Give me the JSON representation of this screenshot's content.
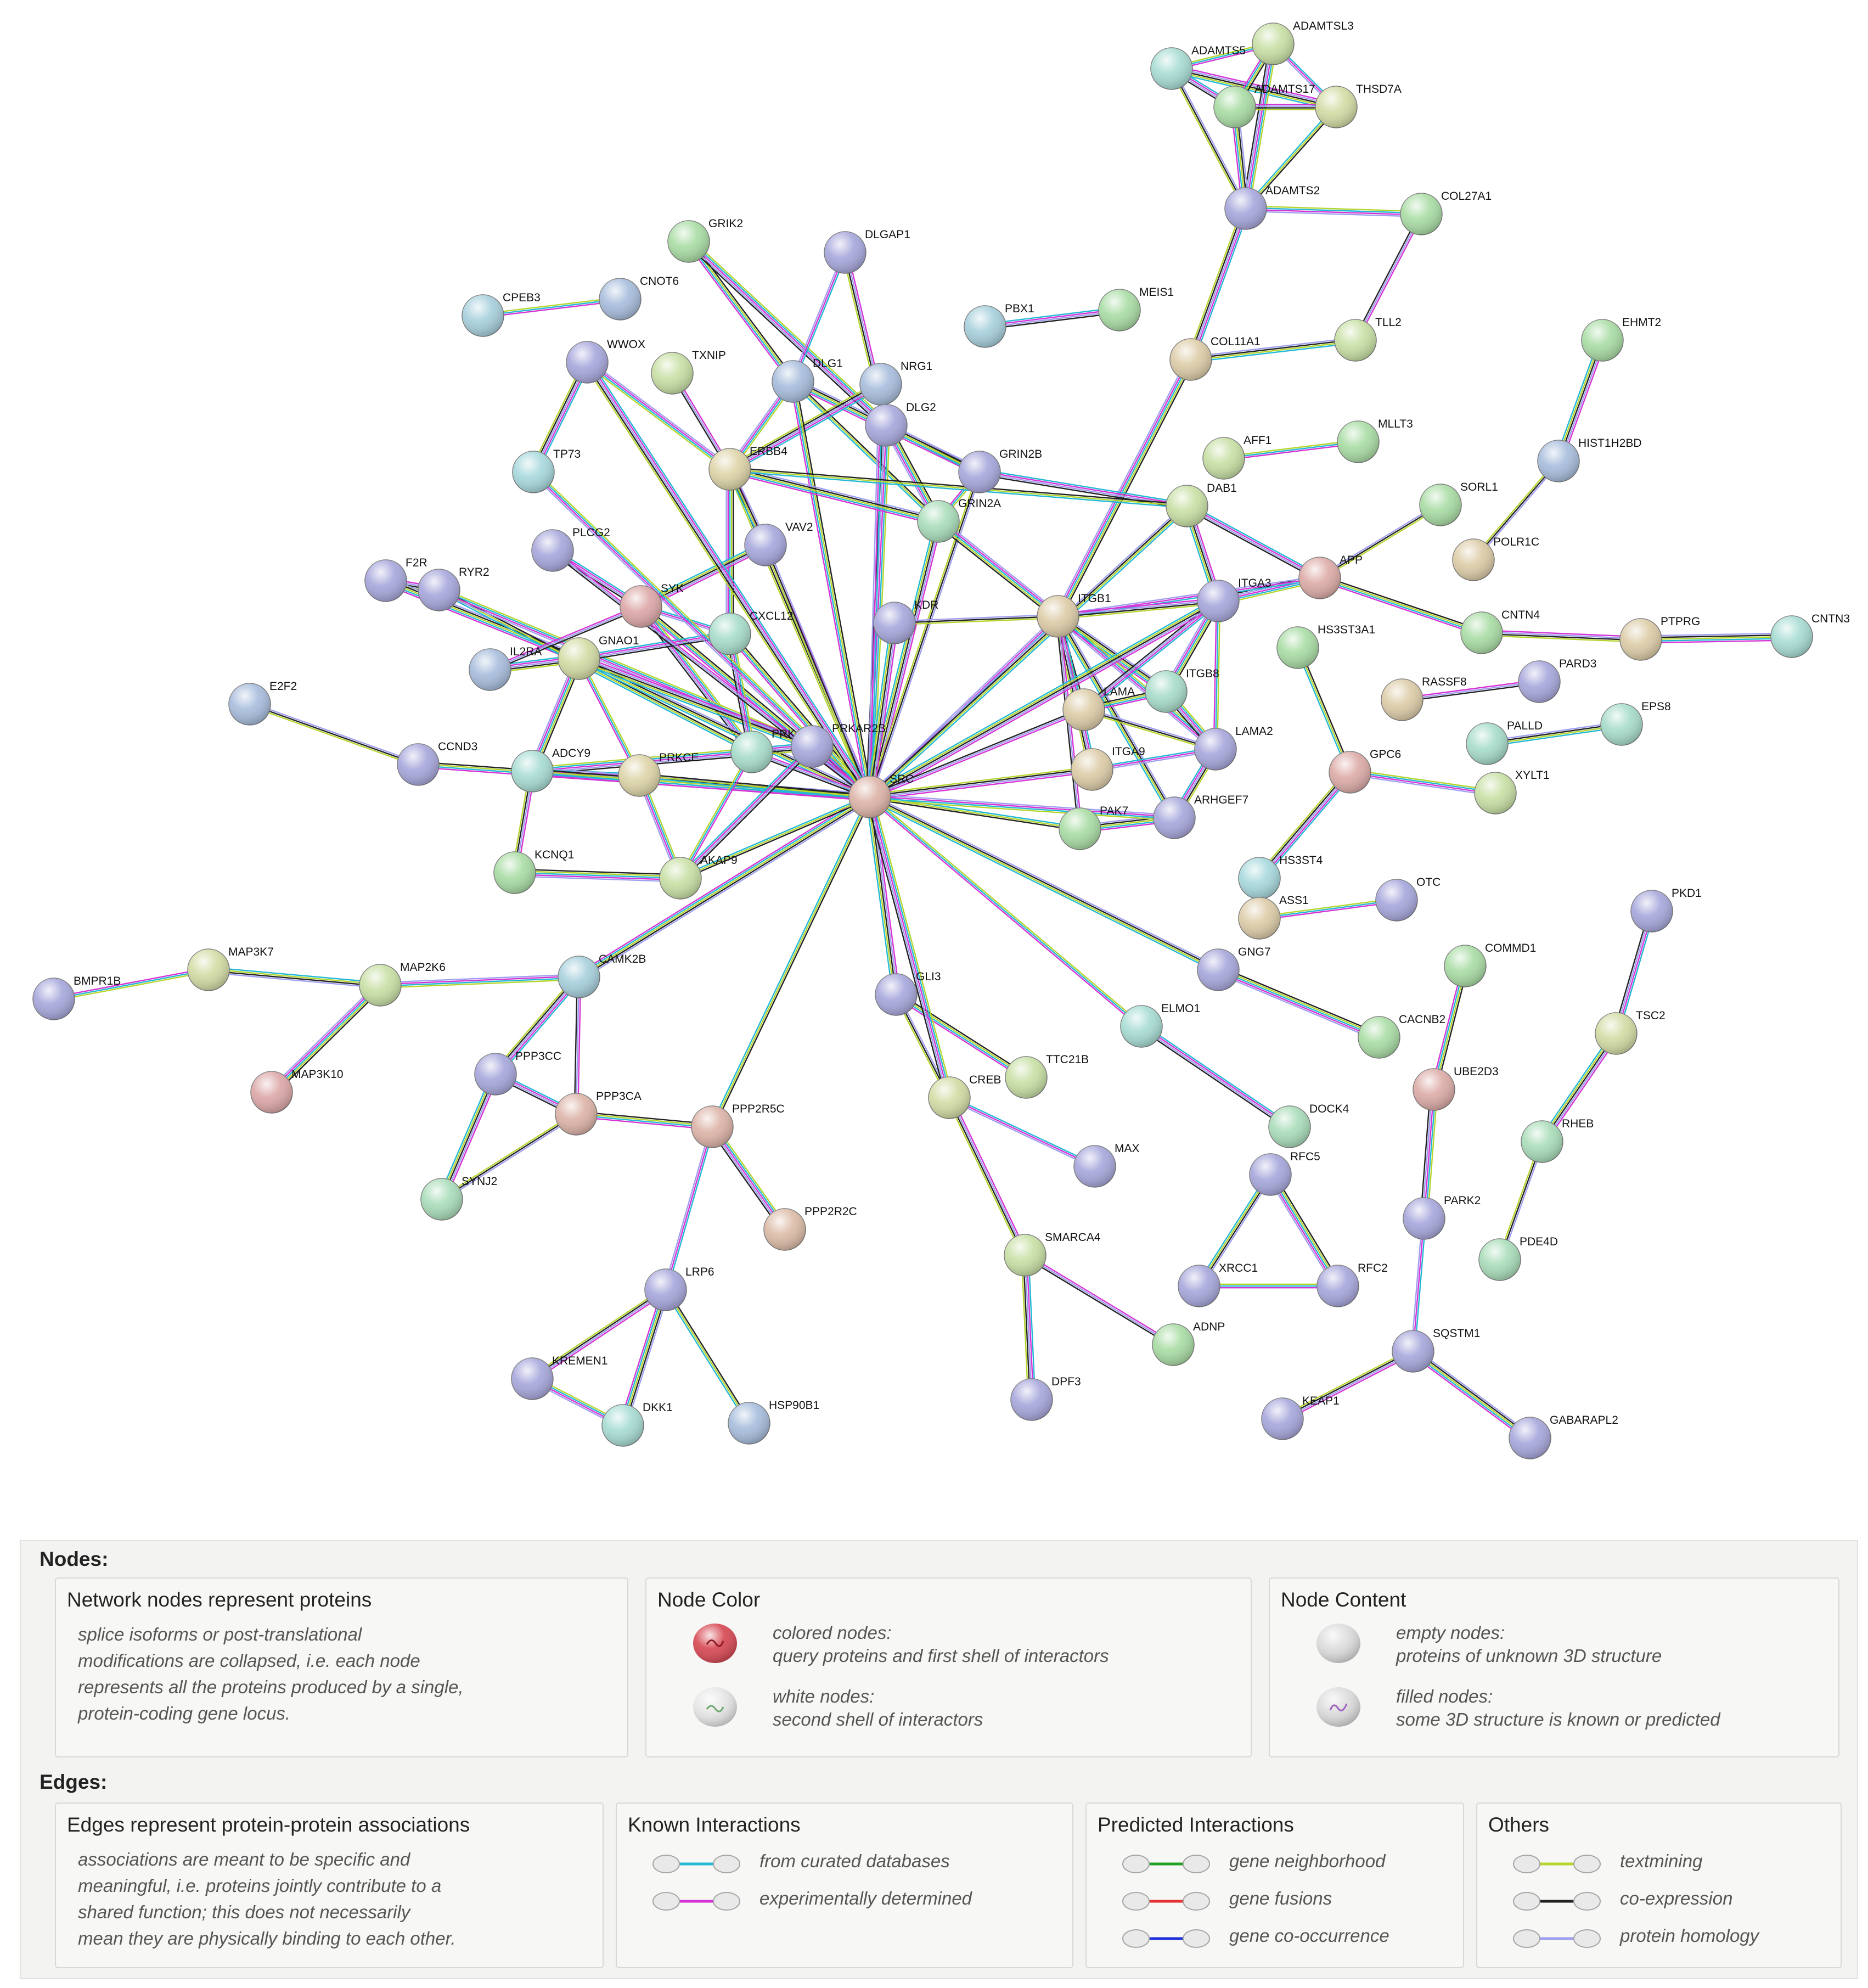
{
  "colors": {
    "curated": "#22b8d6",
    "experimental": "#d633d6",
    "neighborhood": "#21a021",
    "fusion": "#e33030",
    "cooccurrence": "#2030d8",
    "textmining": "#b5d62d",
    "coexpression": "#222222",
    "homology": "#9f9ff0"
  },
  "network": {
    "nodes": [
      {
        "id": "ADAMTSL3",
        "color": "#c7dfa3"
      },
      {
        "id": "ADAMTS5",
        "color": "#a6dcd3"
      },
      {
        "id": "ADAMTS17",
        "color": "#a8dca3"
      },
      {
        "id": "THSD7A",
        "color": "#d3dba3"
      },
      {
        "id": "ADAMTS2",
        "color": "#a6a6dc"
      },
      {
        "id": "COL27A1",
        "color": "#a8dca3"
      },
      {
        "id": "GRIK2",
        "color": "#a8dca3"
      },
      {
        "id": "DLGAP1",
        "color": "#a6a6dc"
      },
      {
        "id": "CPEB3",
        "color": "#a6cfdc"
      },
      {
        "id": "CNOT6",
        "color": "#a6bcdc"
      },
      {
        "id": "PBX1",
        "color": "#a6cfdc"
      },
      {
        "id": "MEIS1",
        "color": "#a8dca3"
      },
      {
        "id": "COL11A1",
        "color": "#dccba6"
      },
      {
        "id": "TLL2",
        "color": "#c7dfa3"
      },
      {
        "id": "EHMT2",
        "color": "#a8dca3"
      },
      {
        "id": "WWOX",
        "color": "#a6a6dc"
      },
      {
        "id": "TXNIP",
        "color": "#c7dfa3"
      },
      {
        "id": "DLG1",
        "color": "#a6bcdc"
      },
      {
        "id": "NRG1",
        "color": "#a6bcdc"
      },
      {
        "id": "DLG2",
        "color": "#a6a6dc"
      },
      {
        "id": "TP73",
        "color": "#a6d8dc"
      },
      {
        "id": "ERBB4",
        "color": "#dcd3a6"
      },
      {
        "id": "GRIN2B",
        "color": "#a6a6dc"
      },
      {
        "id": "GRIN2A",
        "color": "#a8dcb8"
      },
      {
        "id": "AFF1",
        "color": "#c7dfa3"
      },
      {
        "id": "MLLT3",
        "color": "#a8dca3"
      },
      {
        "id": "HIST1H2BD",
        "color": "#a6bcdc"
      },
      {
        "id": "DAB1",
        "color": "#c7dfa3"
      },
      {
        "id": "SORL1",
        "color": "#a8dca3"
      },
      {
        "id": "POLR1C",
        "color": "#dccba6"
      },
      {
        "id": "PLCG2",
        "color": "#a6a6dc"
      },
      {
        "id": "VAV2",
        "color": "#a6a6dc"
      },
      {
        "id": "F2R",
        "color": "#a6a6dc"
      },
      {
        "id": "RYR2",
        "color": "#a6a6dc"
      },
      {
        "id": "SYK",
        "color": "#dca6a6"
      },
      {
        "id": "APP",
        "color": "#dcaaa6"
      },
      {
        "id": "ITGA3",
        "color": "#a6a6dc"
      },
      {
        "id": "CXCL12",
        "color": "#a6dcc9"
      },
      {
        "id": "KDR",
        "color": "#a6a6dc"
      },
      {
        "id": "ITGB1",
        "color": "#dccba6"
      },
      {
        "id": "CNTN4",
        "color": "#a8dca3"
      },
      {
        "id": "PTPRG",
        "color": "#dccba6"
      },
      {
        "id": "CNTN3",
        "color": "#a6dcd3"
      },
      {
        "id": "HS3ST3A1",
        "color": "#a8dca3"
      },
      {
        "id": "IL2RA",
        "color": "#a6bcdc"
      },
      {
        "id": "GNAO1",
        "color": "#d3dba3"
      },
      {
        "id": "E2F2",
        "color": "#a6bcdc"
      },
      {
        "id": "RASSF8",
        "color": "#dccba6"
      },
      {
        "id": "PARD3",
        "color": "#a6a6dc"
      },
      {
        "id": "ITGB8",
        "color": "#a6dcc9"
      },
      {
        "id": "LAMA",
        "color": "#dccba6"
      },
      {
        "id": "EPS8",
        "color": "#a6dcc9"
      },
      {
        "id": "PALLD",
        "color": "#a6dcc9"
      },
      {
        "id": "CCND3",
        "color": "#a6a6dc"
      },
      {
        "id": "ADCY9",
        "color": "#a6dcd3"
      },
      {
        "id": "PRKCE",
        "color": "#dcd3a6"
      },
      {
        "id": "PRKACB",
        "color": "#a6dcc9"
      },
      {
        "id": "PRKAR2B",
        "color": "#a6a6dc"
      },
      {
        "id": "LAMA2",
        "color": "#a6a6dc"
      },
      {
        "id": "GPC6",
        "color": "#dcaaa6"
      },
      {
        "id": "XYLT1",
        "color": "#c7dfa3"
      },
      {
        "id": "SRC",
        "color": "#dcb2a6"
      },
      {
        "id": "ITGA9",
        "color": "#dccba6"
      },
      {
        "id": "ARHGEF7",
        "color": "#a6a6dc"
      },
      {
        "id": "PAK7",
        "color": "#a8dca3"
      },
      {
        "id": "KCNQ1",
        "color": "#a8dca3"
      },
      {
        "id": "AKAP9",
        "color": "#c7dfa3"
      },
      {
        "id": "HS3ST4",
        "color": "#a6d8dc"
      },
      {
        "id": "ASS1",
        "color": "#dccba6"
      },
      {
        "id": "OTC",
        "color": "#a6a6dc"
      },
      {
        "id": "PKD1",
        "color": "#a6a6dc"
      },
      {
        "id": "COMMD1",
        "color": "#a8dca3"
      },
      {
        "id": "BMPR1B",
        "color": "#a6a6dc"
      },
      {
        "id": "MAP3K7",
        "color": "#d3dba3"
      },
      {
        "id": "MAP2K6",
        "color": "#c7dfa3"
      },
      {
        "id": "CAMK2B",
        "color": "#a6cfdc"
      },
      {
        "id": "GLI3",
        "color": "#a6a6dc"
      },
      {
        "id": "GNG7",
        "color": "#a6a6dc"
      },
      {
        "id": "ELMO1",
        "color": "#a6dcd3"
      },
      {
        "id": "TSC2",
        "color": "#d3dba3"
      },
      {
        "id": "CACNB2",
        "color": "#a8dca3"
      },
      {
        "id": "MAP3K10",
        "color": "#dca6a6"
      },
      {
        "id": "PPP3CC",
        "color": "#a6a6dc"
      },
      {
        "id": "TTC21B",
        "color": "#c7dfa3"
      },
      {
        "id": "UBE2D3",
        "color": "#dcaaa6"
      },
      {
        "id": "PPP3CA",
        "color": "#dcb2a6"
      },
      {
        "id": "PPP2R5C",
        "color": "#dcb2a6"
      },
      {
        "id": "CREB",
        "color": "#d3dba3"
      },
      {
        "id": "DOCK4",
        "color": "#a8dcb8"
      },
      {
        "id": "RHEB",
        "color": "#a8dcb8"
      },
      {
        "id": "RFC5",
        "color": "#a6a6dc"
      },
      {
        "id": "MAX",
        "color": "#a6a6dc"
      },
      {
        "id": "SYNJ2",
        "color": "#a8dcb8"
      },
      {
        "id": "PPP2R2C",
        "color": "#dcbba6"
      },
      {
        "id": "PARK2",
        "color": "#a6a6dc"
      },
      {
        "id": "SMARCA4",
        "color": "#c7dfa3"
      },
      {
        "id": "PDE4D",
        "color": "#a8dcb8"
      },
      {
        "id": "XRCC1",
        "color": "#a6a6dc"
      },
      {
        "id": "RFC2",
        "color": "#a6a6dc"
      },
      {
        "id": "LRP6",
        "color": "#a6a6dc"
      },
      {
        "id": "ADNP",
        "color": "#a8dca3"
      },
      {
        "id": "SQSTM1",
        "color": "#a6a6dc"
      },
      {
        "id": "KREMEN1",
        "color": "#a6a6dc"
      },
      {
        "id": "DPF3",
        "color": "#a6a6dc"
      },
      {
        "id": "DKK1",
        "color": "#a6dcd3"
      },
      {
        "id": "HSP90B1",
        "color": "#a6bcdc"
      },
      {
        "id": "KEAP1",
        "color": "#a6a6dc"
      },
      {
        "id": "GABARAPL2",
        "color": "#a6a6dc"
      }
    ],
    "edges": [
      [
        "ADAMTS5",
        "ADAMTSL3"
      ],
      [
        "ADAMTS5",
        "ADAMTS17"
      ],
      [
        "ADAMTS5",
        "THSD7A"
      ],
      [
        "ADAMTS5",
        "ADAMTS2"
      ],
      [
        "ADAMTSL3",
        "ADAMTS17"
      ],
      [
        "ADAMTSL3",
        "ADAMTS2"
      ],
      [
        "ADAMTSL3",
        "THSD7A"
      ],
      [
        "ADAMTS17",
        "THSD7A"
      ],
      [
        "ADAMTS17",
        "ADAMTS2"
      ],
      [
        "THSD7A",
        "ADAMTS2"
      ],
      [
        "ADAMTS2",
        "COL27A1"
      ],
      [
        "ADAMTS2",
        "COL11A1"
      ],
      [
        "COL27A1",
        "TLL2"
      ],
      [
        "COL11A1",
        "TLL2"
      ],
      [
        "COL11A1",
        "ITGB1"
      ],
      [
        "CPEB3",
        "CNOT6"
      ],
      [
        "PBX1",
        "MEIS1"
      ],
      [
        "EHMT2",
        "HIST1H2BD"
      ],
      [
        "HIST1H2BD",
        "POLR1C"
      ],
      [
        "GRIK2",
        "DLG1"
      ],
      [
        "GRIK2",
        "DLG2"
      ],
      [
        "DLGAP1",
        "DLG1"
      ],
      [
        "DLGAP1",
        "DLG2"
      ],
      [
        "DLG1",
        "GRIN2B"
      ],
      [
        "DLG1",
        "GRIN2A"
      ],
      [
        "DLG1",
        "ERBB4"
      ],
      [
        "NRG1",
        "ERBB4"
      ],
      [
        "NRG1",
        "DLG2"
      ],
      [
        "DLG2",
        "GRIN2B"
      ],
      [
        "DLG2",
        "GRIN2A"
      ],
      [
        "GRIN2B",
        "GRIN2A"
      ],
      [
        "GRIN2B",
        "DAB1"
      ],
      [
        "GRIN2A",
        "SRC"
      ],
      [
        "GRIN2B",
        "SRC"
      ],
      [
        "DLG1",
        "SRC"
      ],
      [
        "DLG2",
        "SRC"
      ],
      [
        "NRG1",
        "SRC"
      ],
      [
        "ERBB4",
        "SRC"
      ],
      [
        "ERBB4",
        "GRIN2A"
      ],
      [
        "ERBB4",
        "DAB1"
      ],
      [
        "ERBB4",
        "WWOX"
      ],
      [
        "WWOX",
        "TP73"
      ],
      [
        "TXNIP",
        "ERBB4"
      ],
      [
        "ERBB4",
        "VAV2"
      ],
      [
        "ERBB4",
        "CXCL12"
      ],
      [
        "AFF1",
        "MLLT3"
      ],
      [
        "DAB1",
        "APP"
      ],
      [
        "DAB1",
        "ITGA3"
      ],
      [
        "APP",
        "SORL1"
      ],
      [
        "APP",
        "CNTN4"
      ],
      [
        "APP",
        "ITGA3"
      ],
      [
        "APP",
        "ITGB1"
      ],
      [
        "CNTN4",
        "PTPRG"
      ],
      [
        "PTPRG",
        "CNTN3"
      ],
      [
        "HS3ST3A1",
        "GPC6"
      ],
      [
        "GPC6",
        "XYLT1"
      ],
      [
        "GPC6",
        "HS3ST4"
      ],
      [
        "RASSF8",
        "PARD3"
      ],
      [
        "PALLD",
        "EPS8"
      ],
      [
        "HS3ST4",
        "ASS1"
      ],
      [
        "ASS1",
        "OTC"
      ],
      [
        "PLCG2",
        "SYK"
      ],
      [
        "VAV2",
        "SYK"
      ],
      [
        "VAV2",
        "SRC"
      ],
      [
        "SYK",
        "SRC"
      ],
      [
        "SYK",
        "PRKACB"
      ],
      [
        "SYK",
        "CXCL12"
      ],
      [
        "F2R",
        "RYR2"
      ],
      [
        "F2R",
        "GNAO1"
      ],
      [
        "RYR2",
        "PRKACB"
      ],
      [
        "RYR2",
        "PRKAR2B"
      ],
      [
        "IL2RA",
        "GNAO1"
      ],
      [
        "IL2RA",
        "SYK"
      ],
      [
        "GNAO1",
        "SRC"
      ],
      [
        "GNAO1",
        "ADCY9"
      ],
      [
        "GNAO1",
        "PRKCE"
      ],
      [
        "GNAO1",
        "CXCL12"
      ],
      [
        "GNAO1",
        "PRKAR2B"
      ],
      [
        "E2F2",
        "CCND3"
      ],
      [
        "CCND3",
        "SRC"
      ],
      [
        "ADCY9",
        "PRKACB"
      ],
      [
        "ADCY9",
        "PRKCE"
      ],
      [
        "ADCY9",
        "KCNQ1"
      ],
      [
        "ADCY9",
        "SRC"
      ],
      [
        "PRKCE",
        "SRC"
      ],
      [
        "PRKCE",
        "AKAP9"
      ],
      [
        "PRKACB",
        "PRKAR2B"
      ],
      [
        "PRKACB",
        "SRC"
      ],
      [
        "PRKAR2B",
        "SRC"
      ],
      [
        "KCNQ1",
        "AKAP9"
      ],
      [
        "AKAP9",
        "PRKACB"
      ],
      [
        "AKAP9",
        "PRKAR2B"
      ],
      [
        "KDR",
        "SRC"
      ],
      [
        "KDR",
        "ITGB1"
      ],
      [
        "CXCL12",
        "SRC"
      ],
      [
        "CXCL12",
        "PRKACB"
      ],
      [
        "ITGB1",
        "SRC"
      ],
      [
        "ITGB1",
        "ITGA3"
      ],
      [
        "ITGB1",
        "ITGB8"
      ],
      [
        "ITGB1",
        "LAMA"
      ],
      [
        "ITGB1",
        "LAMA2"
      ],
      [
        "ITGB1",
        "ITGA9"
      ],
      [
        "ITGB1",
        "PAK7"
      ],
      [
        "ITGB1",
        "ARHGEF7"
      ],
      [
        "ITGA3",
        "ITGB8"
      ],
      [
        "ITGA3",
        "LAMA2"
      ],
      [
        "ITGA3",
        "LAMA"
      ],
      [
        "ITGA3",
        "SRC"
      ],
      [
        "LAMA",
        "LAMA2"
      ],
      [
        "LAMA",
        "ITGB8"
      ],
      [
        "ITGB8",
        "LAMA2"
      ],
      [
        "ITGA9",
        "LAMA2"
      ],
      [
        "ITGA9",
        "SRC"
      ],
      [
        "PAK7",
        "ARHGEF7"
      ],
      [
        "PAK7",
        "SRC"
      ],
      [
        "ARHGEF7",
        "SRC"
      ],
      [
        "ARHGEF7",
        "LAMA2"
      ],
      [
        "LAMA",
        "SRC"
      ],
      [
        "SRC",
        "GNG7"
      ],
      [
        "GNG7",
        "CACNB2"
      ],
      [
        "SRC",
        "ELMO1"
      ],
      [
        "ELMO1",
        "DOCK4"
      ],
      [
        "SRC",
        "GLI3"
      ],
      [
        "GLI3",
        "CREB"
      ],
      [
        "GLI3",
        "TTC21B"
      ],
      [
        "SRC",
        "CREB"
      ],
      [
        "CREB",
        "MAX"
      ],
      [
        "CREB",
        "SMARCA4"
      ],
      [
        "SRC",
        "CAMK2B"
      ],
      [
        "SRC",
        "PPP2R5C"
      ],
      [
        "CAMK2B",
        "MAP2K6"
      ],
      [
        "CAMK2B",
        "PPP3CC"
      ],
      [
        "CAMK2B",
        "PPP3CA"
      ],
      [
        "MAP2K6",
        "MAP3K7"
      ],
      [
        "MAP2K6",
        "MAP3K10"
      ],
      [
        "MAP3K7",
        "BMPR1B"
      ],
      [
        "PPP3CC",
        "PPP3CA"
      ],
      [
        "PPP3CC",
        "SYNJ2"
      ],
      [
        "PPP3CA",
        "SYNJ2"
      ],
      [
        "PPP3CA",
        "PPP2R5C"
      ],
      [
        "PPP2R5C",
        "PPP2R2C"
      ],
      [
        "PPP2R5C",
        "LRP6"
      ],
      [
        "LRP6",
        "KREMEN1"
      ],
      [
        "LRP6",
        "DKK1"
      ],
      [
        "LRP6",
        "HSP90B1"
      ],
      [
        "KREMEN1",
        "DKK1"
      ],
      [
        "SMARCA4",
        "DPF3"
      ],
      [
        "SMARCA4",
        "ADNP"
      ],
      [
        "RFC5",
        "XRCC1"
      ],
      [
        "RFC5",
        "RFC2"
      ],
      [
        "XRCC1",
        "RFC2"
      ],
      [
        "PKD1",
        "TSC2"
      ],
      [
        "TSC2",
        "RHEB"
      ],
      [
        "RHEB",
        "PDE4D"
      ],
      [
        "COMMD1",
        "UBE2D3"
      ],
      [
        "UBE2D3",
        "PARK2"
      ],
      [
        "PARK2",
        "SQSTM1"
      ],
      [
        "SQSTM1",
        "KEAP1"
      ],
      [
        "SQSTM1",
        "GABARAPL2"
      ],
      [
        "SRC",
        "AKAP9"
      ],
      [
        "TP73",
        "SRC"
      ],
      [
        "WWOX",
        "SRC"
      ],
      [
        "PLCG2",
        "SRC"
      ],
      [
        "SRC",
        "DAB1"
      ],
      [
        "ITGB1",
        "GRIN2A"
      ]
    ]
  },
  "legend": {
    "nodes_heading": "Nodes:",
    "edges_heading": "Edges:",
    "network_nodes": {
      "title": "Network nodes represent proteins",
      "lines": [
        "splice isoforms or post-translational",
        "modifications are collapsed, i.e. each node",
        "represents all the proteins produced by a single,",
        "protein-coding gene locus."
      ]
    },
    "node_color": {
      "title": "Node Color",
      "colored_line1": "colored nodes:",
      "colored_line2": "query proteins and first shell of interactors",
      "white_line1": "white nodes:",
      "white_line2": "second shell of interactors"
    },
    "node_content": {
      "title": "Node Content",
      "empty_line1": "empty nodes:",
      "empty_line2": "proteins of unknown 3D structure",
      "filled_line1": "filled nodes:",
      "filled_line2": "some 3D structure is known or predicted"
    },
    "edges_represent": {
      "title": "Edges represent protein-protein associations",
      "lines": [
        "associations are meant to be specific and",
        "meaningful, i.e. proteins jointly contribute to a",
        "shared function; this does not necessarily",
        "mean they are physically binding to each other."
      ]
    },
    "known": {
      "title": "Known Interactions",
      "curated": "from curated databases",
      "experimental": "experimentally determined"
    },
    "predicted": {
      "title": "Predicted Interactions",
      "neighborhood": "gene neighborhood",
      "fusion": "gene fusions",
      "cooccurrence": "gene co-occurrence"
    },
    "others": {
      "title": "Others",
      "textmining": "textmining",
      "coexpression": "co-expression",
      "homology": "protein homology"
    }
  }
}
